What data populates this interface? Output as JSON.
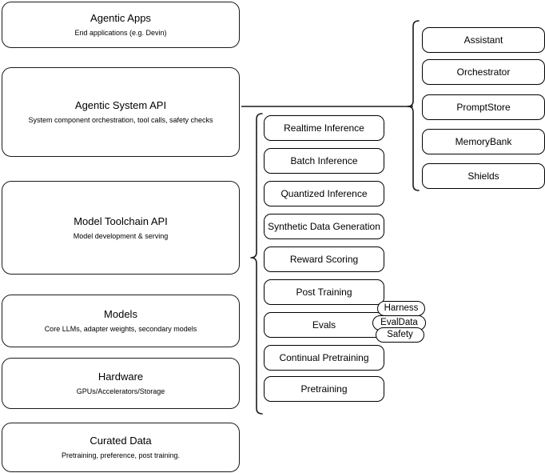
{
  "diagram": {
    "title": "Agentic Stack Architecture",
    "background_color": "#ffffff",
    "stroke_color": "#1a1a1a",
    "text_color": "#000000"
  },
  "left_stack": [
    {
      "id": "agentic-apps",
      "title": "Agentic Apps",
      "subtitle": "End applications (e.g. Devin)"
    },
    {
      "id": "agentic-system-api",
      "title": "Agentic System API",
      "subtitle": "System component orchestration, tool calls, safety checks"
    },
    {
      "id": "model-toolchain-api",
      "title": "Model Toolchain API",
      "subtitle": "Model development & serving"
    },
    {
      "id": "models",
      "title": "Models",
      "subtitle": "Core LLMs, adapter weights, secondary models"
    },
    {
      "id": "hardware",
      "title": "Hardware",
      "subtitle": "GPUs/Accelerators/Storage"
    },
    {
      "id": "curated-data",
      "title": "Curated Data",
      "subtitle": "Pretraining, preference, post training."
    }
  ],
  "middle_column": {
    "items": [
      {
        "id": "realtime-inference",
        "label": "Realtime Inference"
      },
      {
        "id": "batch-inference",
        "label": "Batch Inference"
      },
      {
        "id": "quantized-inference",
        "label": "Quantized Inference"
      },
      {
        "id": "synthetic-data-generation",
        "label": "Synthetic Data Generation"
      },
      {
        "id": "reward-scoring",
        "label": "Reward Scoring"
      },
      {
        "id": "post-training",
        "label": "Post Training"
      },
      {
        "id": "evals",
        "label": "Evals"
      },
      {
        "id": "continual-pretraining",
        "label": "Continual Pretraining"
      },
      {
        "id": "pretraining",
        "label": "Pretraining"
      }
    ]
  },
  "overlay_chips": [
    {
      "id": "harness",
      "label": "Harness"
    },
    {
      "id": "evaldata",
      "label": "EvalData"
    },
    {
      "id": "safety",
      "label": "Safety"
    }
  ],
  "right_column": {
    "items": [
      {
        "id": "assistant",
        "label": "Assistant"
      },
      {
        "id": "orchestrator",
        "label": "Orchestrator"
      },
      {
        "id": "promptstore",
        "label": "PromptStore"
      },
      {
        "id": "memorybank",
        "label": "MemoryBank"
      },
      {
        "id": "shields",
        "label": "Shields"
      }
    ]
  }
}
